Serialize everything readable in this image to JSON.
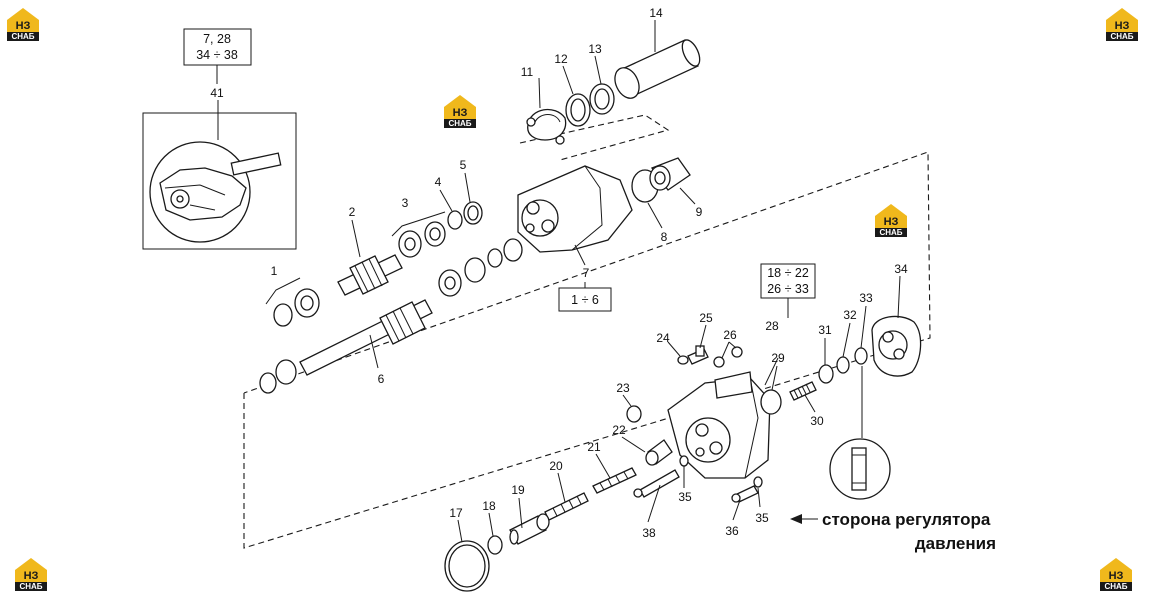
{
  "diagram": {
    "part_labels": [
      "1",
      "2",
      "3",
      "4",
      "5",
      "6",
      "7",
      "8",
      "9",
      "11",
      "12",
      "13",
      "14",
      "17",
      "18",
      "19",
      "20",
      "21",
      "22",
      "23",
      "24",
      "25",
      "26",
      "28",
      "29",
      "30",
      "31",
      "32",
      "33",
      "34",
      "35",
      "35",
      "36",
      "38",
      "41"
    ],
    "group_boxes": {
      "box_41": [
        "7, 28",
        "34 ÷ 38"
      ],
      "box_7": [
        "1 ÷ 6"
      ],
      "box_28": [
        "18 ÷ 22",
        "26 ÷ 33"
      ]
    },
    "annotation": {
      "line1": "сторона регулятора",
      "line2": "давления"
    }
  },
  "logo": {
    "mark": "НЗ",
    "word": "СНАБ",
    "color": "#f0b81c"
  }
}
